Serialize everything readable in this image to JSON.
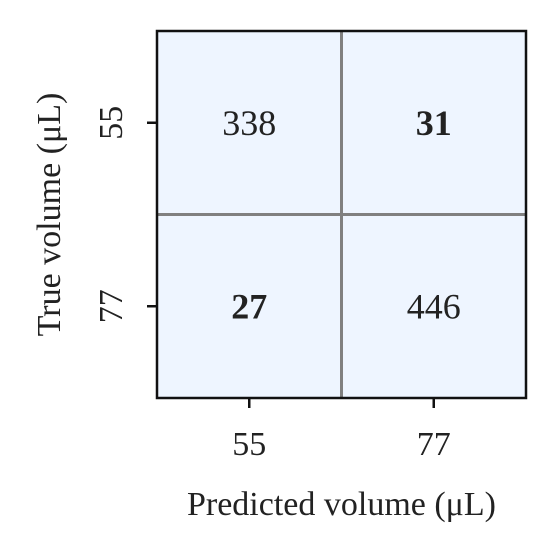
{
  "chart_data": {
    "type": "heatmap",
    "title": "",
    "xlabel": "Predicted volume (μL)",
    "ylabel": "True volume (μL)",
    "x_categories": [
      "55",
      "77"
    ],
    "y_categories": [
      "55",
      "77"
    ],
    "values": [
      [
        338,
        31
      ],
      [
        27,
        446
      ]
    ],
    "bold_cells": [
      [
        0,
        1
      ],
      [
        1,
        0
      ]
    ],
    "cell_color": "#eef5ff",
    "grid": true,
    "grid_color": "#808080",
    "text_color": "#222222"
  }
}
